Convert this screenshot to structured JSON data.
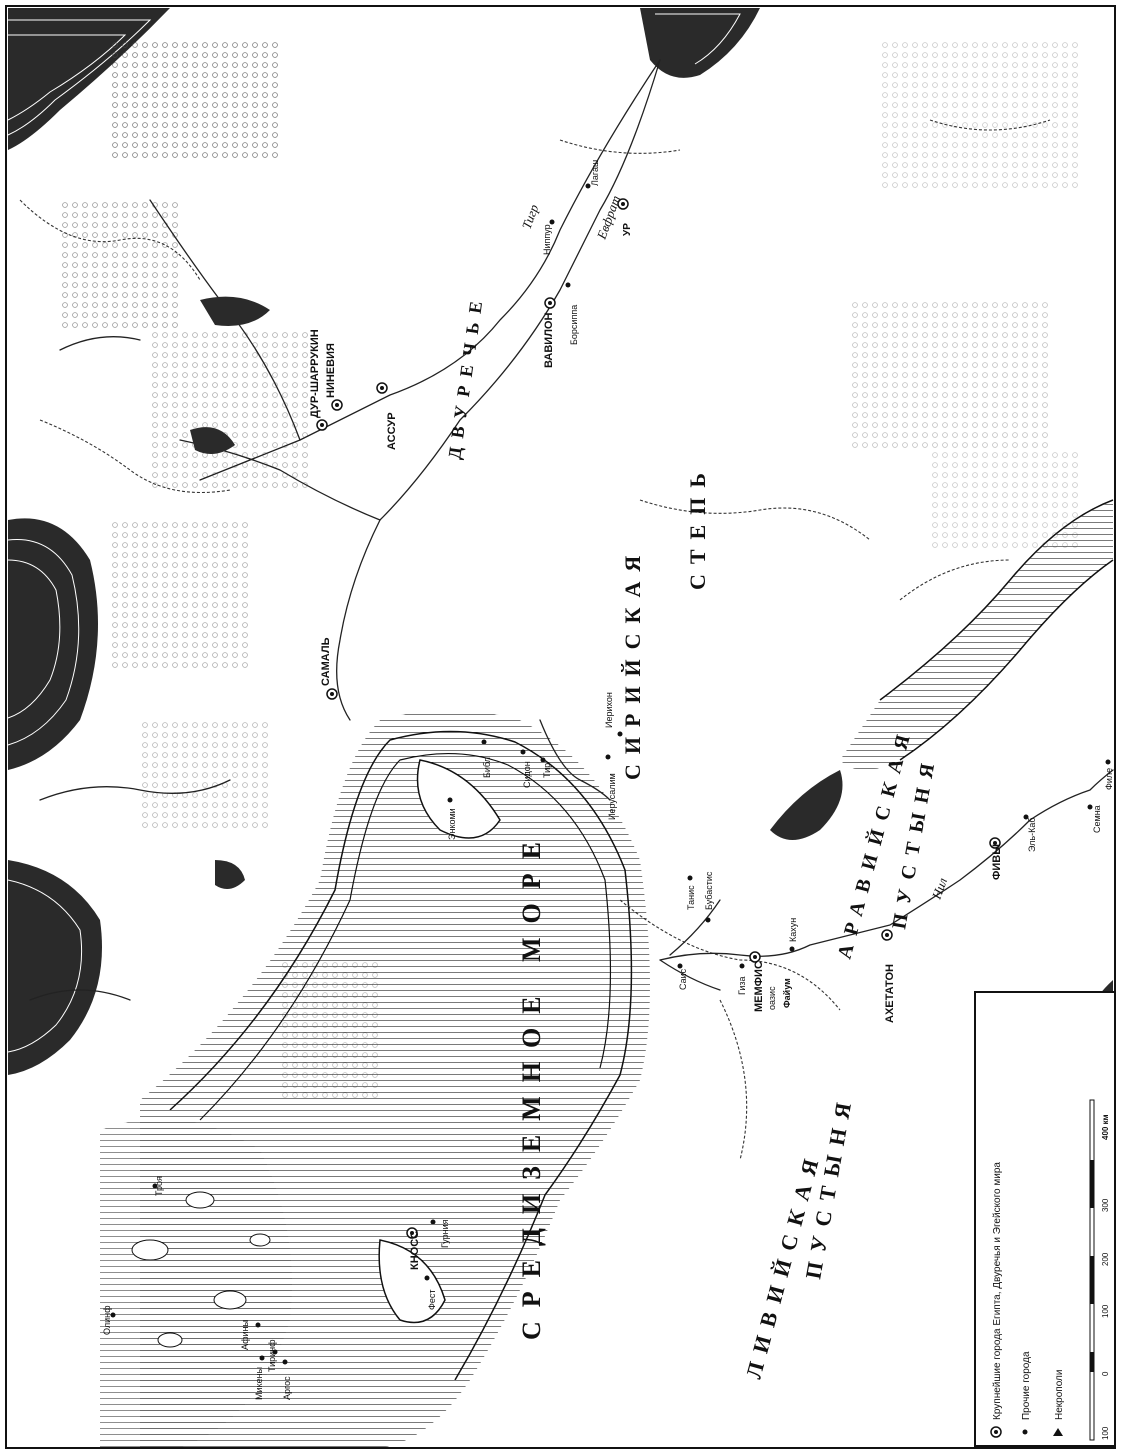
{
  "regions": {
    "mediterranean": "СРЕДИЗЕМНОЕ МОРЕ",
    "syrian_steppe_1": "СИРИЙСКАЯ",
    "syrian_steppe_2": "СТЕПЬ",
    "arabian_desert_1": "АРАВИЙСКАЯ",
    "arabian_desert_2": "ПУСТЫНЯ",
    "libyan_desert_1": "ЛИВИЙСКАЯ",
    "libyan_desert_2": "ПУСТЫНЯ",
    "mesopotamia": "ДВУРЕЧЬЕ"
  },
  "rivers": {
    "tigris": "Тигр",
    "euphrates": "Евфрат",
    "nile": "Нил"
  },
  "major_cities": {
    "dur_sharrukin": "ДУР-ШАРРУКИН",
    "nineveh": "НИНЕВИЯ",
    "assur": "АССУР",
    "babylon": "ВАВИЛОН",
    "samal": "САМАЛЬ",
    "memphis": "МЕМФИС",
    "akhetaten": "АХЕТАТОН",
    "thebes": "ФИВЫ",
    "knossos": "КНОСС",
    "ur": "УР"
  },
  "other_cities": {
    "nippur": "Ниппур",
    "lagash": "Лагаш",
    "borsippa": "Борсиппа",
    "byblos": "Библ",
    "sidon": "Сидон",
    "tyre": "Тир",
    "jericho": "Иерихон",
    "jerusalem": "Иерусалим",
    "tanis": "Танис",
    "bubastis": "Бубастис",
    "sais": "Саис",
    "giza": "Гиза",
    "kahun": "Кахун",
    "el_kab": "Эль-Каб",
    "semna": "Семна",
    "philae": "Филе",
    "troy": "Троя",
    "olynthus": "Олинф",
    "athens": "Афины",
    "mycenae": "Микены",
    "tiryns": "Тиринф",
    "argos": "Аргос",
    "phaistos": "Фест",
    "gournia": "Гурния",
    "enkomi": "Энкоми"
  },
  "oasis_label": "оазис",
  "fayum_label": "Файум",
  "legend": {
    "major": "Крупнейшие города Египта, Двуречья и Эгейского мира",
    "other": "Прочие города",
    "necropolis": "Некрополи"
  },
  "scale": {
    "ticks": [
      "100",
      "0",
      "100",
      "200",
      "300",
      "400 км"
    ]
  }
}
